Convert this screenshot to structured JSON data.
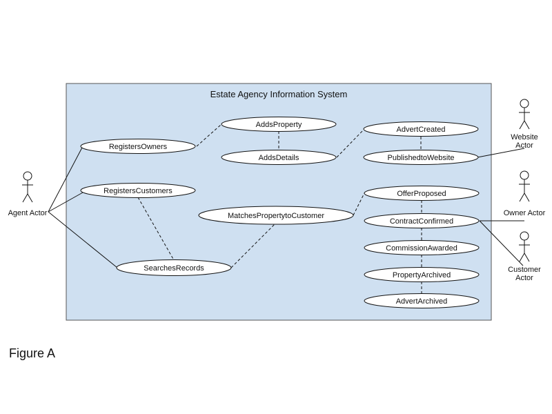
{
  "diagram": {
    "system_title": "Estate Agency Information System",
    "caption": "Figure A",
    "colors": {
      "system_fill": "#cfe0f1",
      "system_stroke": "#555555",
      "line": "#111111",
      "ellipse_fill": "#ffffff"
    },
    "actors": {
      "agent": "Agent Actor",
      "website_line1": "Website",
      "website_line2": "Actor",
      "owner": "Owner Actor",
      "customer_line1": "Customer",
      "customer_line2": "Actor"
    },
    "use_cases": {
      "adds_property": "AddsProperty",
      "registers_owners": "RegistersOwners",
      "adds_details": "AddsDetails",
      "advert_created": "AdvertCreated",
      "published_to_website": "PublishedtoWebsite",
      "registers_customers": "RegistersCustomers",
      "offer_proposed": "OfferProposed",
      "matches_property": "MatchesPropertytoCustomer",
      "contract_confirmed": "ContractConfirmed",
      "commission_awarded": "CommissionAwarded",
      "searches_records": "SearchesRecords",
      "property_archived": "PropertyArchived",
      "advert_archived": "AdvertArchived"
    }
  }
}
